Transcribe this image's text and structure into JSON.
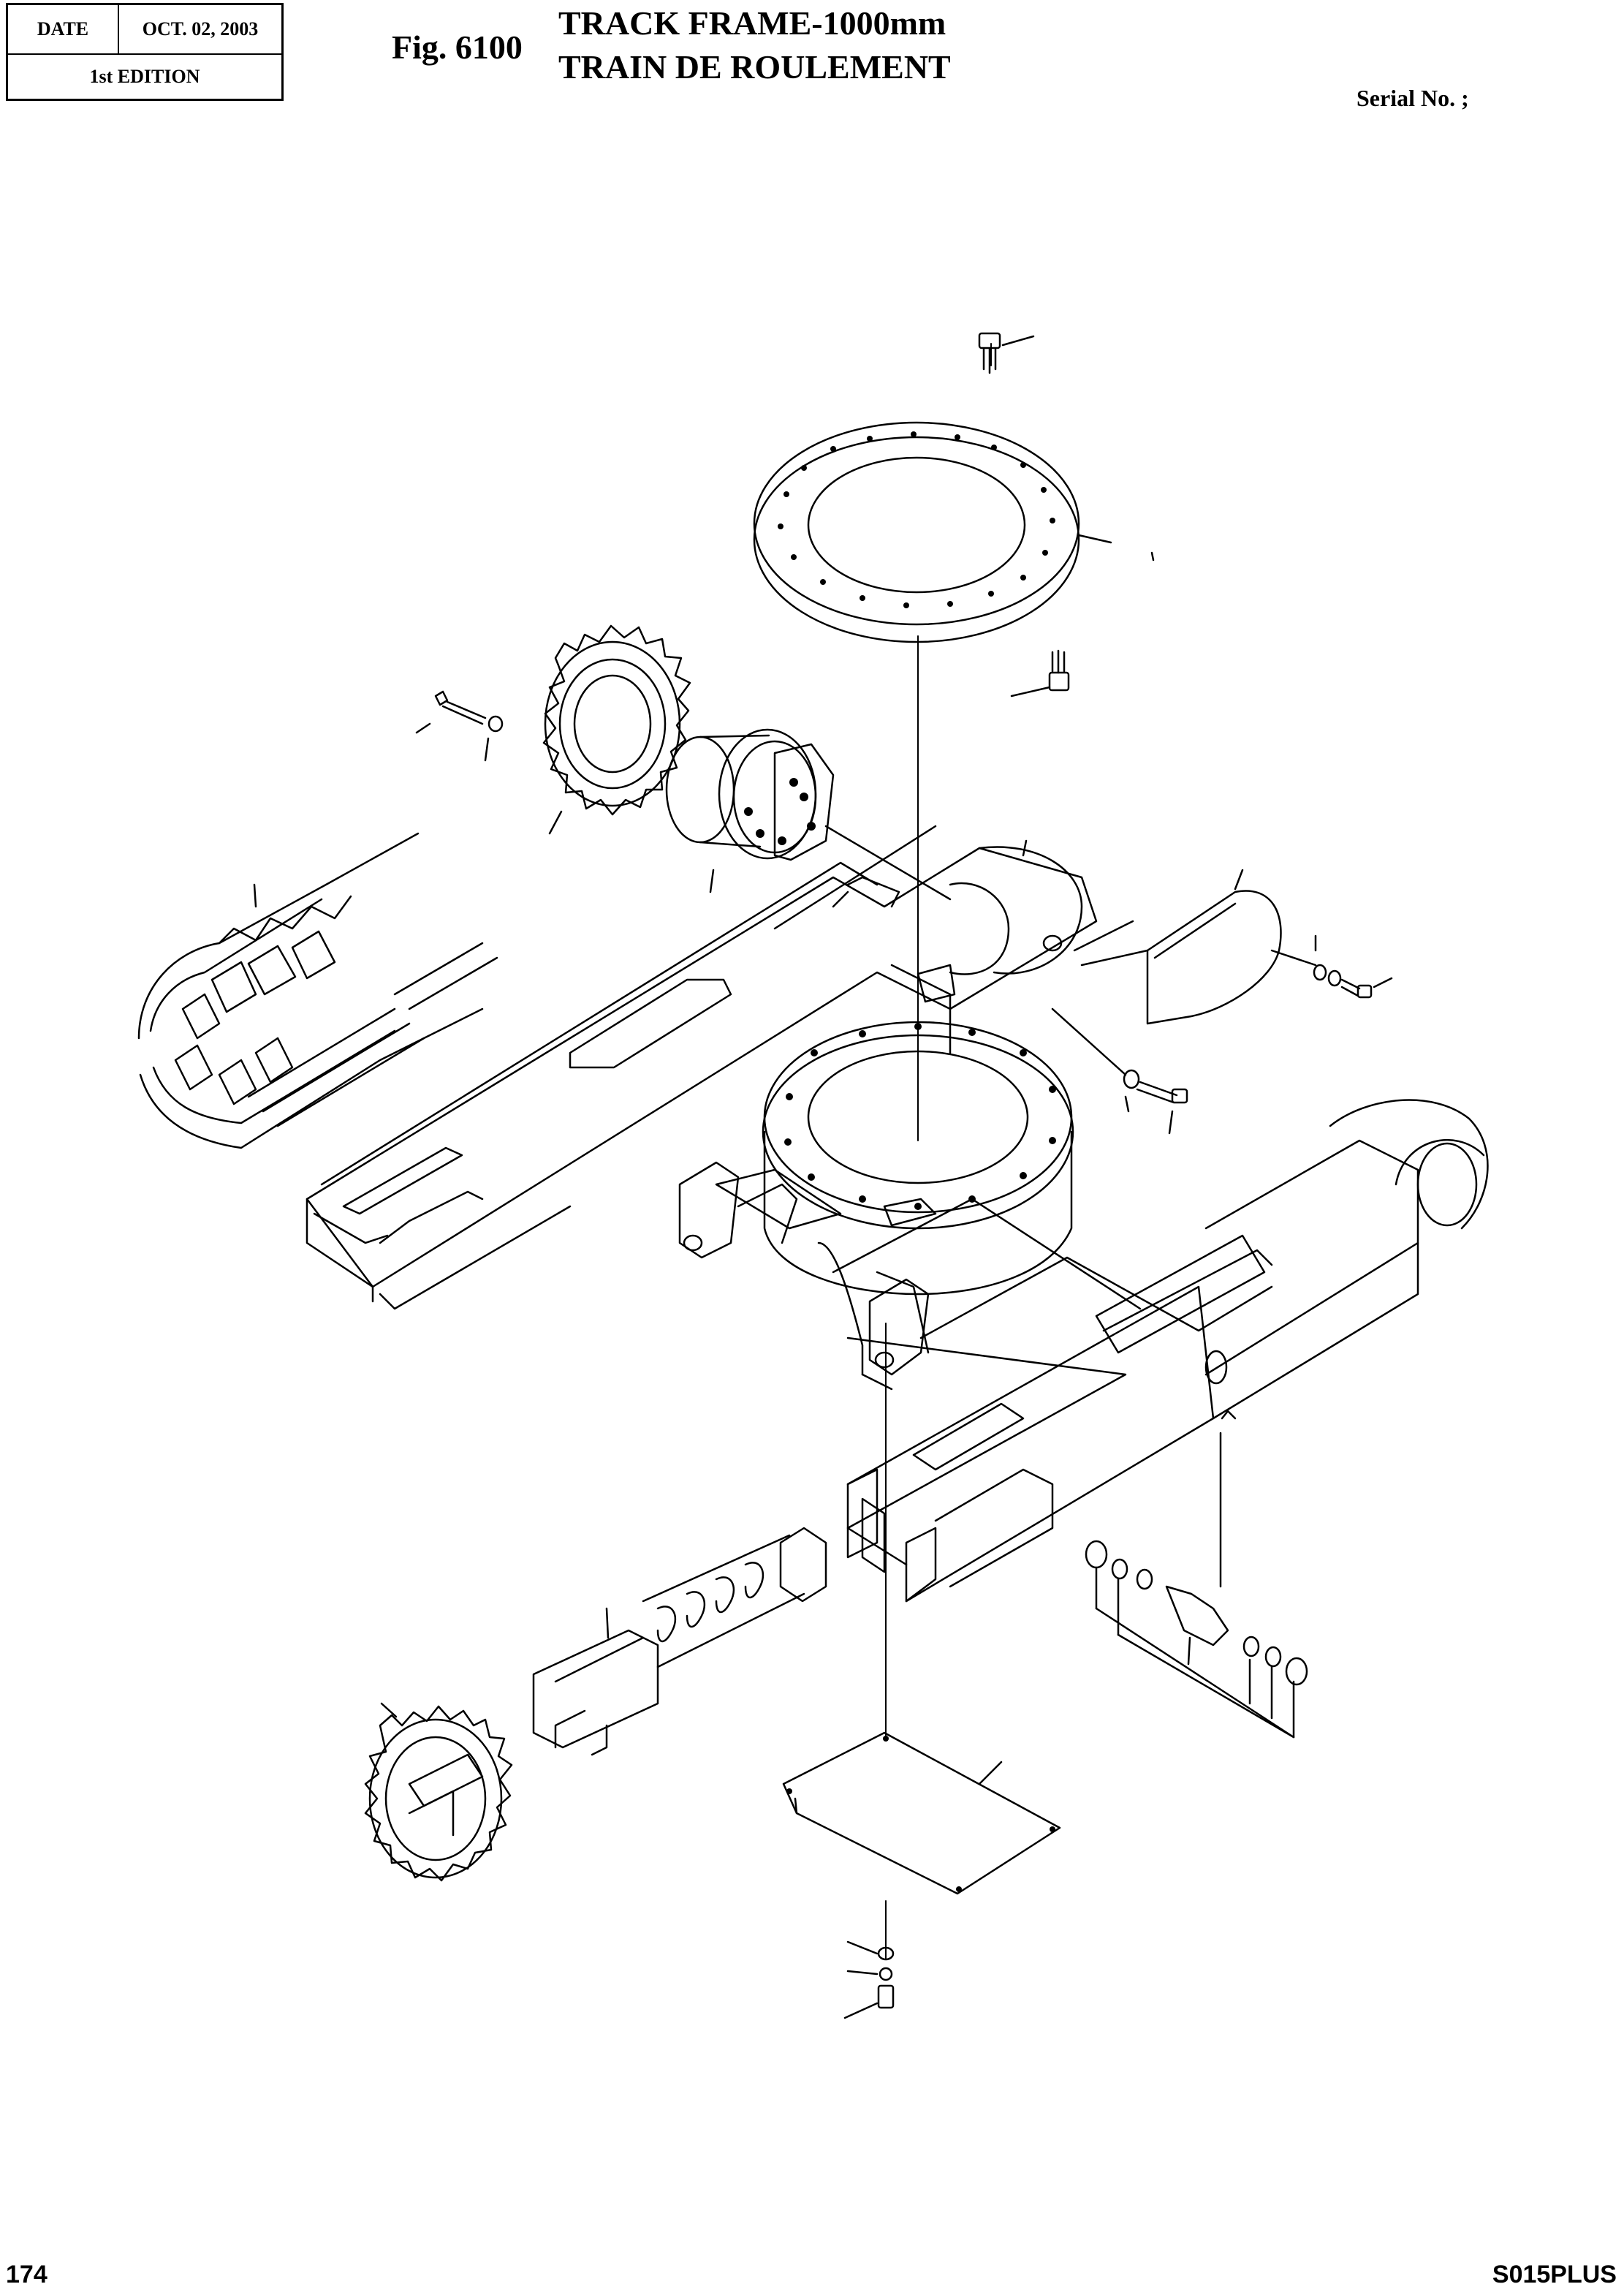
{
  "stamp": {
    "date_label": "DATE",
    "date_value": "OCT. 02, 2003",
    "edition": "1st EDITION"
  },
  "figure": {
    "number": "Fig. 6100",
    "title_en": "TRACK FRAME-1000mm",
    "title_fr": "TRAIN DE ROULEMENT"
  },
  "serial": "Serial No. ;",
  "footer": {
    "page": "174",
    "model": "S015PLUS"
  }
}
